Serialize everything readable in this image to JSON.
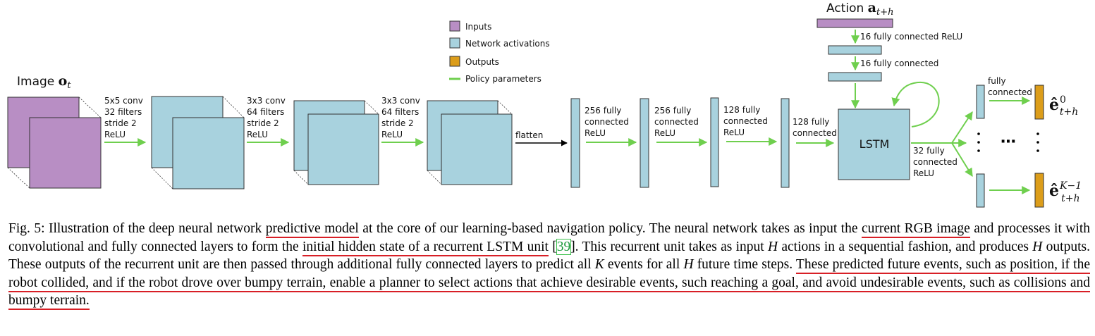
{
  "figure": {
    "legend": {
      "inputs": "Inputs",
      "activations": "Network activations",
      "outputs": "Outputs",
      "policy": "Policy parameters"
    },
    "image_label": "Image ",
    "image_sym": "o",
    "image_sub": "t",
    "action_label": "Action ",
    "action_sym": "a",
    "action_sub": "t+h",
    "conv1": [
      "5x5 conv",
      "32 filters",
      "stride 2",
      "ReLU"
    ],
    "conv2": [
      "3x3 conv",
      "64 filters",
      "stride 2",
      "ReLU"
    ],
    "conv3": [
      "3x3 conv",
      "64 filters",
      "stride 2",
      "ReLU"
    ],
    "flatten": "flatten",
    "fc1": [
      "256 fully",
      "connected",
      "ReLU"
    ],
    "fc2": [
      "256 fully",
      "connected",
      "ReLU"
    ],
    "fc3": [
      "128 fully",
      "connected",
      "ReLU"
    ],
    "fc4": [
      "128 fully",
      "connected"
    ],
    "lstm": "LSTM",
    "action_fc1": "16 fully connected ReLU",
    "action_fc2": "16 fully connected",
    "post_lstm": [
      "32 fully",
      "connected",
      "ReLU"
    ],
    "out_fc": [
      "fully",
      "connected"
    ],
    "dots": "⋯",
    "out_top_sym": "ê",
    "out_top_sup": "0",
    "out_top_sub": "t+h",
    "out_bot_sym": "ê",
    "out_bot_sup": "K−1",
    "out_bot_sub": "t+h",
    "colors": {
      "inputs": "#b88ec4",
      "activations": "#a8d2de",
      "outputs": "#dc9d1a",
      "policy": "#6fcf4e",
      "underline": "#d81f26"
    }
  },
  "caption": {
    "p01": "Fig. 5: Illustration of the deep neural network ",
    "p02": "predictive model",
    "p03": " at the core of our learning-based navigation policy. The neural network takes as input the ",
    "p04": "current RGB image",
    "p05": " and processes it with convolutional and fully connected layers to form the ",
    "p06": "initial hidden state of a recurrent LSTM unit",
    "p07": " [",
    "p08": "39",
    "p09": "]. This recurrent unit takes as input ",
    "p10": "H",
    "p11": " actions in a sequential fashion, and produces ",
    "p12": "H",
    "p13": " outputs. These outputs of the recurrent unit are then passed through additional fully connected layers to predict all ",
    "p14": "K",
    "p15": " events for all ",
    "p16": "H",
    "p17": " future time steps. ",
    "p18": "These predicted future events, such as position, if the robot collided, and if the robot drove over bumpy terrain, enable a planner to select actions that achieve desirable events, such reaching a goal, and avoid undesirable events, such as collisions and bumpy terrain."
  }
}
